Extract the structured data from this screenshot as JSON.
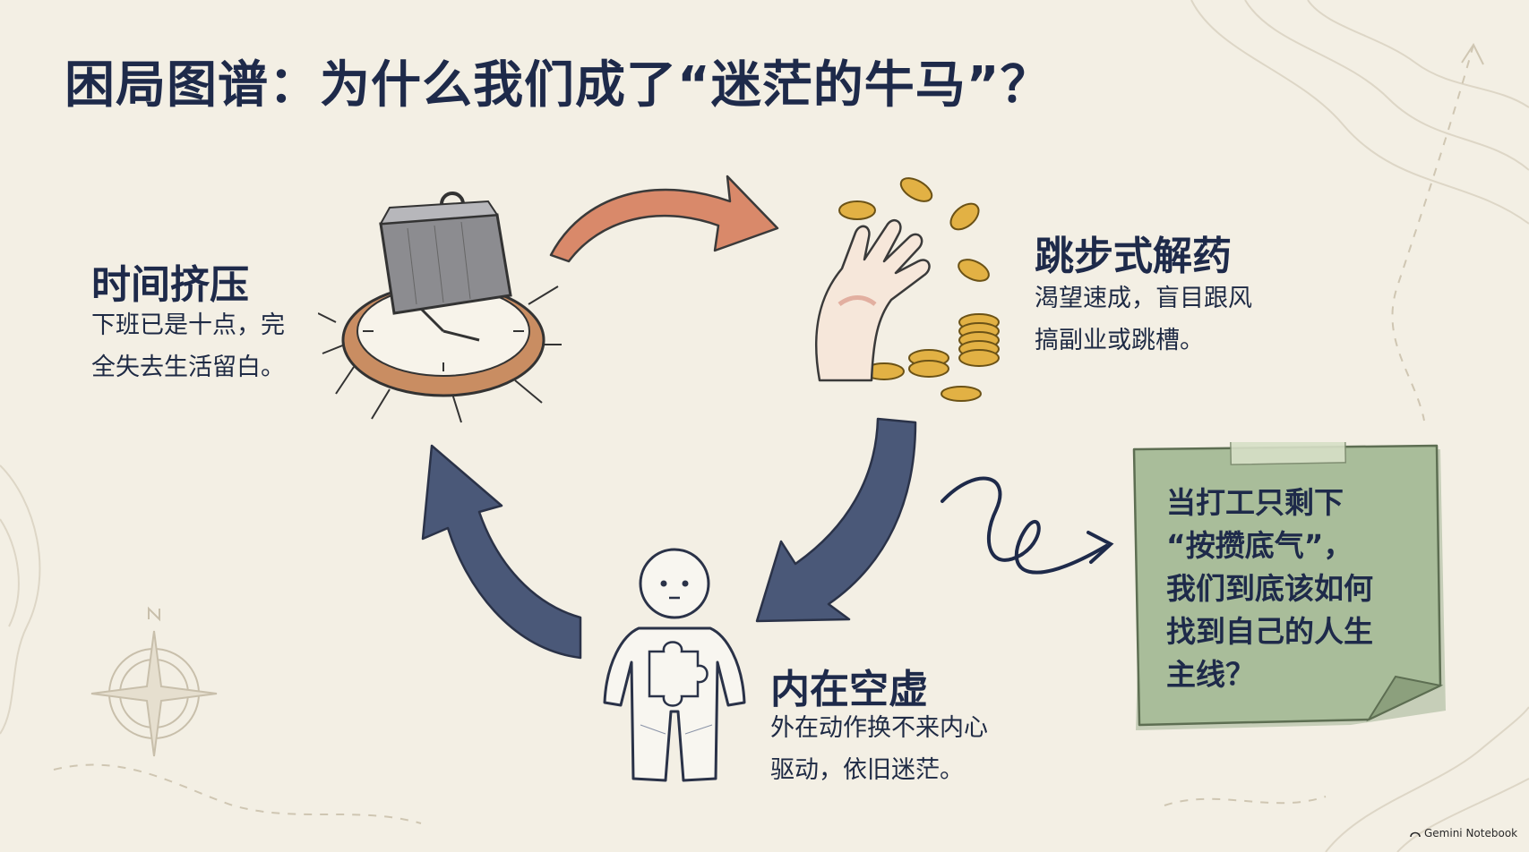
{
  "title": "困局图谱：为什么我们成了“迷茫的牛马”？",
  "nodes": [
    {
      "title": "时间挤压",
      "desc": "下班已是十点，完\n全失去生活留白。",
      "icon": "weight-crushing-clock-icon"
    },
    {
      "title": "跳步式解药",
      "desc": "渴望速成，盲目跟风\n搞副业或跳槽。",
      "icon": "hand-grabbing-coins-icon"
    },
    {
      "title": "内在空虚",
      "desc": "外在动作换不来内心\n驱动，依旧迷茫。",
      "icon": "figure-with-puzzle-piece-icon"
    }
  ],
  "note": {
    "text": "当打工只剩下\n“按攒底气”，\n我们到底该如何\n找到自己的人生\n主线？"
  },
  "brand": "Gemini Notebook",
  "colors": {
    "ink": "#1e2a4a",
    "arrow_orange": "#d9896a",
    "arrow_blue": "#4a5878",
    "note_green": "#a9bd9a",
    "paper": "#f3efe4"
  }
}
